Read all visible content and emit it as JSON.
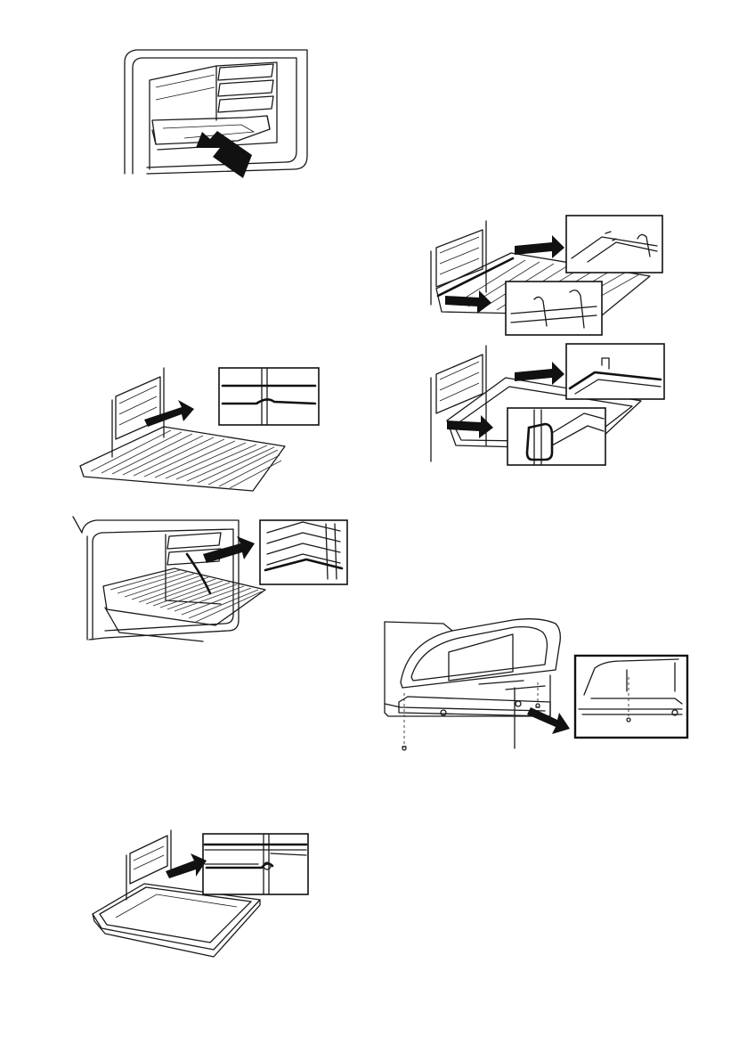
{
  "document": {
    "type": "appliance manual illustration page"
  },
  "figures": [
    {
      "id": "tray-insert",
      "icon": "tray-insert-illustration"
    },
    {
      "id": "wire-rails-tray",
      "icon": "wire-rails-tray-illustration"
    },
    {
      "id": "wire-grill-rack",
      "icon": "wire-grill-rack-illustration"
    },
    {
      "id": "wire-grill-in-oven",
      "icon": "wire-grill-in-oven-illustration"
    },
    {
      "id": "door-seal-removal",
      "icon": "door-seal-removal-illustration"
    },
    {
      "id": "deep-tray",
      "icon": "deep-tray-illustration"
    }
  ],
  "colors": {
    "line": "#1a1a1a",
    "arrow": "#111111",
    "background": "#ffffff"
  }
}
